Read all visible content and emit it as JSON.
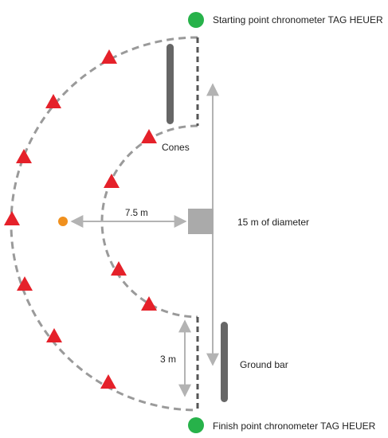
{
  "labels": {
    "start": "Starting point chronometer TAG HEUER",
    "finish": "Finish point chronometer TAG HEUER",
    "cones": "Cones",
    "radius": "7.5 m",
    "diameter": "15 m of diameter",
    "gap": "3 m",
    "ground_bar": "Ground bar"
  },
  "colors": {
    "chronometer": "#27b24a",
    "cone": "#e5212a",
    "center_marker": "#f0901e",
    "arc_dash": "#9a9a9a",
    "gate_dash": "#555555",
    "bar": "#666666",
    "arrow": "#b3b3b3",
    "center_box": "#aaaaaa",
    "text": "#222222"
  },
  "icons": {
    "cone": "red-triangle-icon",
    "chronometer": "green-circle-icon",
    "center": "orange-dot-icon"
  }
}
